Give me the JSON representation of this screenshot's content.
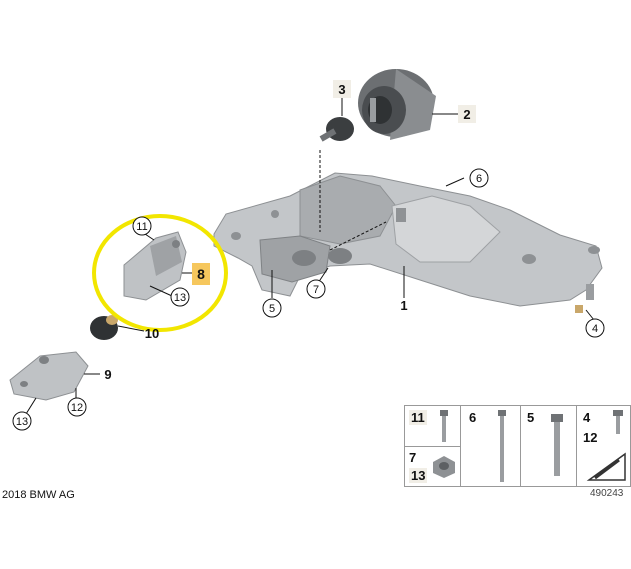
{
  "copyright": "2018 BMW AG",
  "diagram_id": "490243",
  "callouts": {
    "c1": "1",
    "c2": "2",
    "c3": "3",
    "c4": "4",
    "c5": "5",
    "c6": "6",
    "c7": "7",
    "c8": "8",
    "c9": "9",
    "c10": "10",
    "c11": "11",
    "c12": "12",
    "c13a": "13",
    "c13b": "13"
  },
  "legend": {
    "col1_top": "11",
    "col1_mid": "7",
    "col1_bottom": "13",
    "col2": "6",
    "col3": "5",
    "col4_top": "4",
    "col4_bottom": "12"
  },
  "colors": {
    "highlight_ring": "#f2e600",
    "highlight_label": "#f6c75d",
    "part_gray": "#b9bcbf",
    "part_dark": "#7c7f82"
  }
}
